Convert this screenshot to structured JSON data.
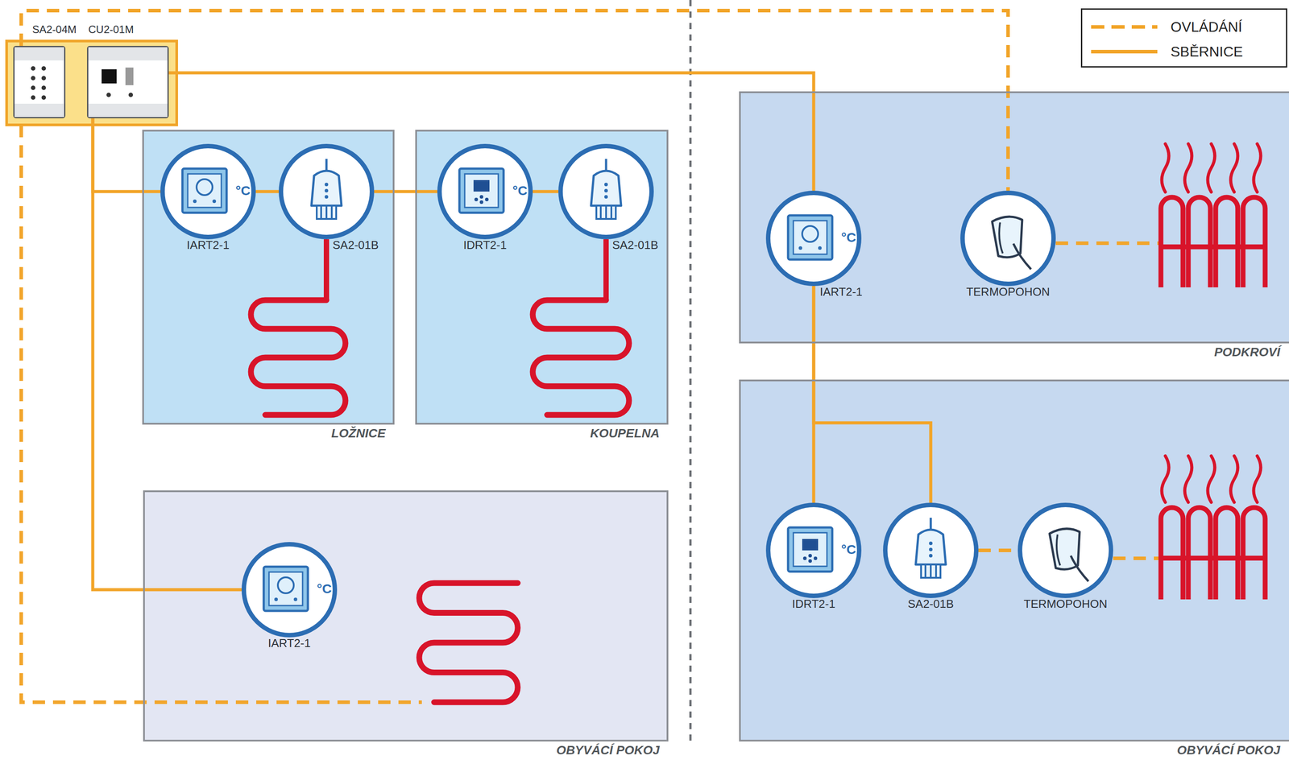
{
  "diagram": {
    "nodes": [
      {
        "text": [
          "SA2-04M"
        ]
      },
      {
        "text": [
          "CU2-01M"
        ]
      },
      {
        "text": [
          "LOŽNICE"
        ]
      },
      {
        "text": [
          "IART2-1",
          "°C"
        ],
        "in": 2
      },
      {
        "text": [
          "SA2-01B"
        ],
        "in": 2
      },
      {
        "text": [
          "KOUPELNA"
        ]
      },
      {
        "text": [
          "IDRT2-1",
          "°C"
        ],
        "in": 5
      },
      {
        "text": [
          "SA2-01B"
        ],
        "in": 5
      },
      {
        "text": [
          "OBYVÁCÍ POKOJ"
        ]
      },
      {
        "text": [
          "IART2-1",
          "°C"
        ],
        "in": 8
      },
      {
        "text": [
          "PODKROVÍ"
        ]
      },
      {
        "text": [
          "IART2-1",
          "°C"
        ],
        "in": 10
      },
      {
        "text": [
          "TERMOPOHON"
        ],
        "in": 10
      },
      {
        "text": [
          "OBYVÁCÍ POKOJ"
        ]
      },
      {
        "text": [
          "IDRT2-1",
          "°C"
        ],
        "in": 13
      },
      {
        "text": [
          "SA2-01B"
        ],
        "in": 13
      },
      {
        "text": [
          "TERMOPOHON"
        ],
        "in": 13
      }
    ],
    "edges": [
      {
        "from": 1,
        "to": 3,
        "arrow": "none"
      },
      {
        "from": 3,
        "to": 4,
        "arrow": "none"
      },
      {
        "from": 4,
        "to": 6,
        "arrow": "none"
      },
      {
        "from": 6,
        "to": 7,
        "arrow": "none"
      },
      {
        "from": 1,
        "to": 9,
        "arrow": "none"
      },
      {
        "from": 1,
        "to": 11,
        "arrow": "none"
      },
      {
        "from": 11,
        "to": 14,
        "arrow": "none"
      },
      {
        "from": 11,
        "to": 15,
        "arrow": "none"
      },
      {
        "from": 15,
        "to": 16,
        "arrow": "none"
      },
      {
        "from": 0,
        "to": 12,
        "arrow": "none"
      }
    ],
    "legend": [
      {
        "text": "OVLÁDÁNÍ"
      },
      {
        "text": "SBĚRNICE"
      }
    ]
  }
}
